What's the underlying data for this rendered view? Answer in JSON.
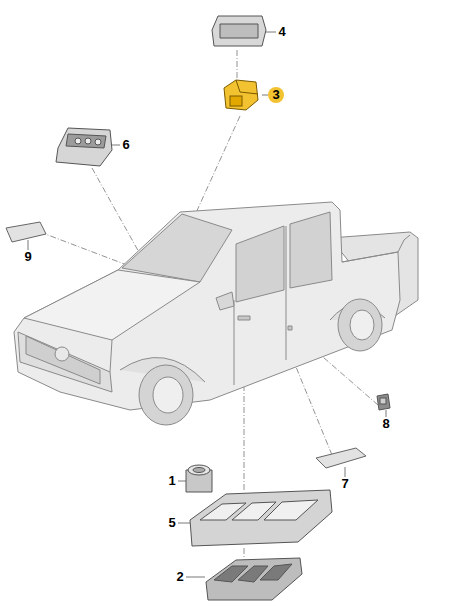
{
  "diagram": {
    "labels": [
      "4",
      "3",
      "6",
      "9",
      "8",
      "1",
      "5",
      "7",
      "2"
    ]
  }
}
